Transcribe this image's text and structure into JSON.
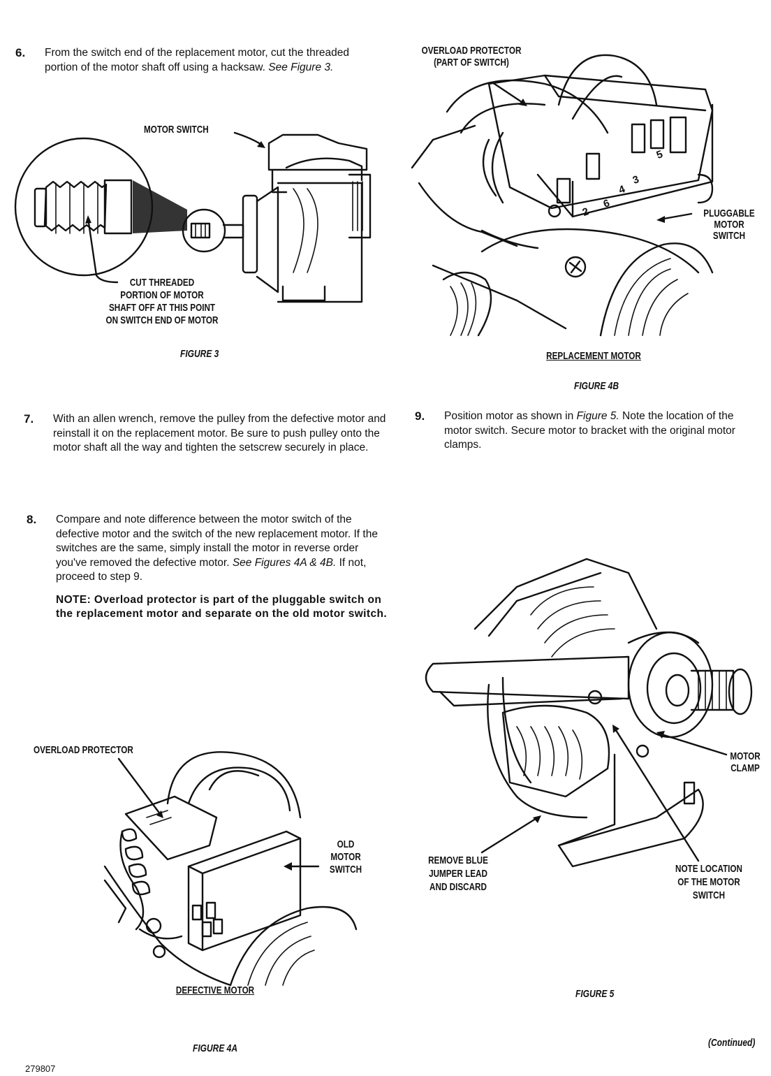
{
  "steps": {
    "s6": {
      "num": "6.",
      "text": "From the switch end of the replacement motor, cut the threaded portion of the motor shaft off using a hacksaw.",
      "ref": "See Figure 3."
    },
    "s7": {
      "num": "7.",
      "text": "With an allen wrench, remove the pulley from the defective motor and reinstall it on the replacement motor. Be sure to push pulley onto the motor shaft all the way and tighten the setscrew securely in place."
    },
    "s8": {
      "num": "8.",
      "text_a": "Compare and note difference between the motor switch of the defective motor and the switch of the new replacement motor. If the switches are the same, simply install the motor in reverse order you've removed the defective motor.",
      "ref": "See Figures 4A & 4B.",
      "text_b": "If not, proceed to step 9.",
      "note": "NOTE:  Overload protector is part of the pluggable switch on the replacement motor and separate on the old motor switch."
    },
    "s9": {
      "num": "9.",
      "text_a": "Position motor as shown in",
      "ref": "Figure 5.",
      "text_b": "Note the location of the motor switch. Secure motor to bracket with the original motor clamps."
    }
  },
  "figure3": {
    "label_motor_switch": "MOTOR SWITCH",
    "label_cut": [
      "CUT THREADED",
      "PORTION OF MOTOR",
      "SHAFT OFF AT THIS POINT",
      "ON SWITCH END OF MOTOR"
    ],
    "caption": "FIGURE 3"
  },
  "figure4b": {
    "label_overload": [
      "OVERLOAD PROTECTOR",
      "(PART OF SWITCH)"
    ],
    "label_pluggable": [
      "PLUGGABLE",
      "MOTOR",
      "SWITCH"
    ],
    "terminals": [
      "2",
      "6",
      "4",
      "3",
      "5"
    ],
    "label_bottom": "REPLACEMENT MOTOR",
    "caption": "FIGURE 4B"
  },
  "figure4a": {
    "label_overload": "OVERLOAD PROTECTOR",
    "label_old": [
      "OLD",
      "MOTOR",
      "SWITCH"
    ],
    "label_bottom": "DEFECTIVE MOTOR",
    "caption": "FIGURE 4A"
  },
  "figure5": {
    "label_clamp": [
      "MOTOR",
      "CLAMP"
    ],
    "label_remove": [
      "REMOVE BLUE",
      "JUMPER LEAD",
      "AND DISCARD"
    ],
    "label_note": [
      "NOTE LOCATION",
      "OF THE MOTOR",
      "SWITCH"
    ],
    "caption": "FIGURE 5"
  },
  "footer": {
    "code": "279807",
    "continued": "(Continued)"
  }
}
